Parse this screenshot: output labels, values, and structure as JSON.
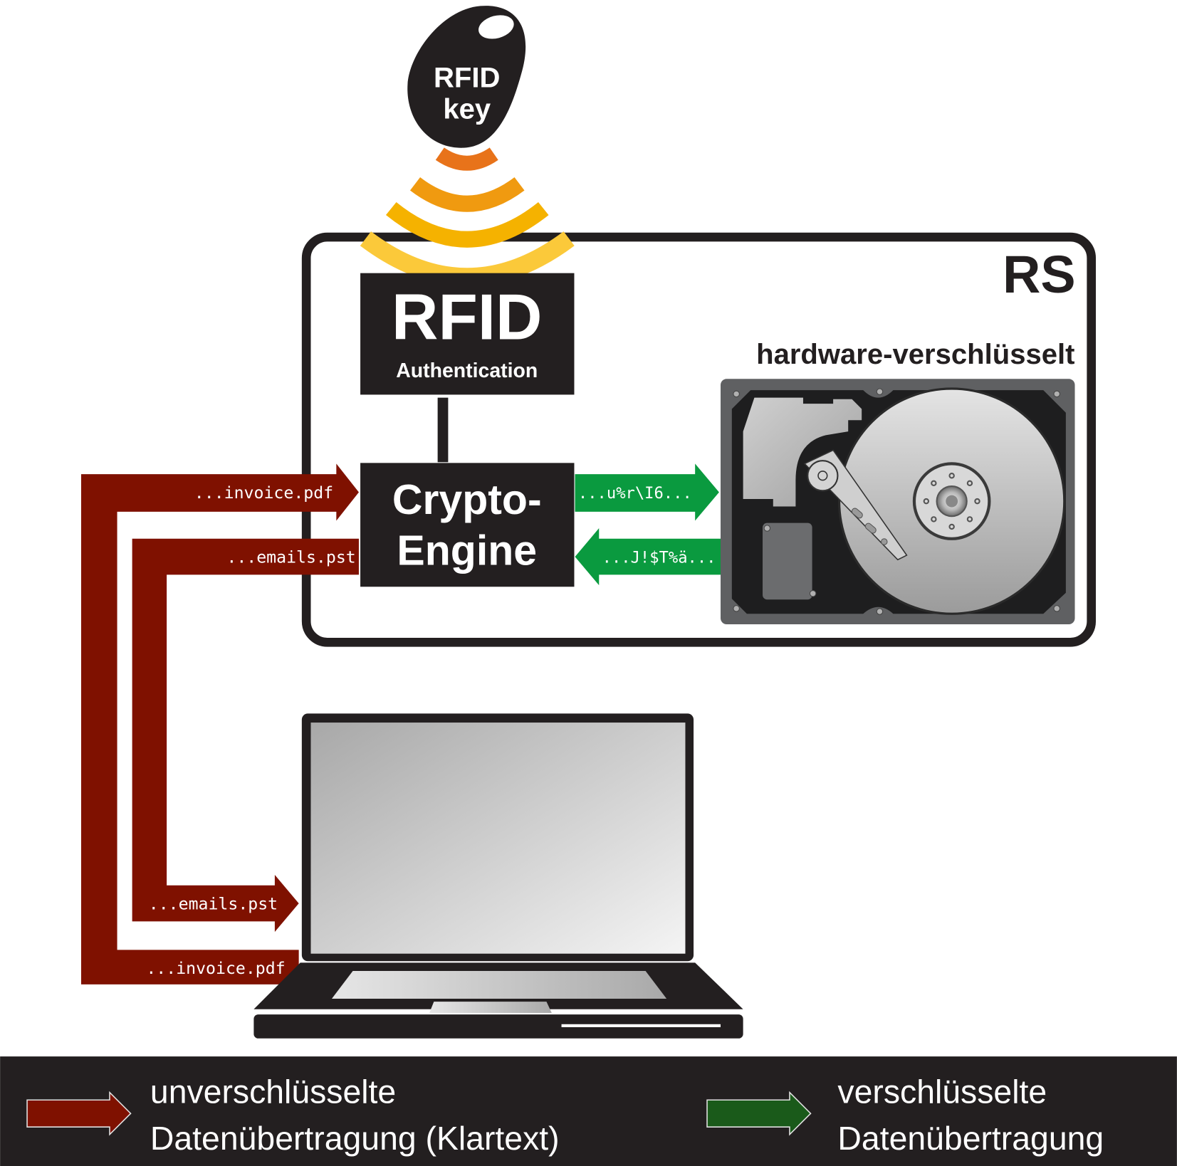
{
  "rfid_key": {
    "line1": "RFID",
    "line2": "key"
  },
  "device": {
    "brand": "RS",
    "subtitle": "hardware-verschlüsselt"
  },
  "rfid_auth": {
    "title": "RFID",
    "subtitle": "Authentication"
  },
  "crypto_engine": {
    "line1": "Crypto-",
    "line2": "Engine"
  },
  "plaintext_flows": {
    "to_engine": "...invoice.pdf",
    "from_engine": "...emails.pst",
    "to_laptop": "...emails.pst",
    "from_laptop": "...invoice.pdf"
  },
  "encrypted_flows": {
    "to_disk": "...u%r\\I6...",
    "from_disk": "...J!$T%ä..."
  },
  "legend": {
    "unencrypted": {
      "line1": "unverschlüsselte",
      "line2": "Datenübertragung (Klartext)"
    },
    "encrypted": {
      "line1": "verschlüsselte",
      "line2": "Datenübertragung"
    }
  },
  "colors": {
    "plaintext_arrow": "#7f1100",
    "encrypted_arrow": "#0a9a3f",
    "legend_encrypted_arrow": "#1a5a1a",
    "dark": "#231f20",
    "legend_bg": "#231f20"
  }
}
